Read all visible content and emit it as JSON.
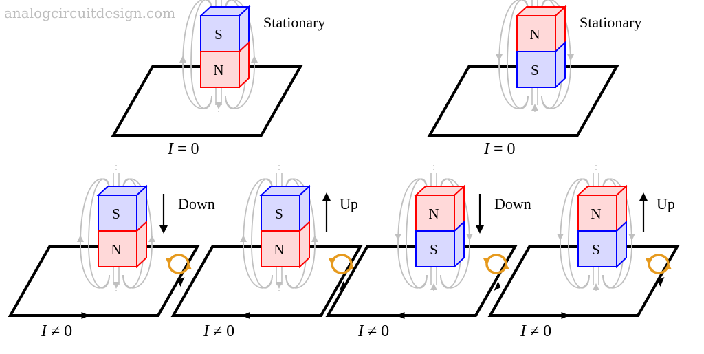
{
  "watermark": "analogcircuitdesign.com",
  "colors": {
    "north_edge": "#ff0000",
    "north_fill": "#ffd9d9",
    "south_edge": "#0000ff",
    "south_fill": "#d9d9ff",
    "field_lines": "#c0c0c0",
    "loop": "#000000",
    "current_symbol": "#e69a1e"
  },
  "top_panels": [
    {
      "state": "Stationary",
      "top_pole": "S",
      "bottom_pole": "N",
      "current": {
        "var": "I",
        "rel": " = ",
        "val": "0"
      }
    },
    {
      "state": "Stationary",
      "top_pole": "N",
      "bottom_pole": "S",
      "current": {
        "var": "I",
        "rel": " = ",
        "val": "0"
      }
    }
  ],
  "bottom_panels": [
    {
      "motion": "Down",
      "motion_arrow": "down",
      "top_pole": "S",
      "bottom_pole": "N",
      "current": {
        "var": "I",
        "rel": " ≠ ",
        "val": "0"
      }
    },
    {
      "motion": "Up",
      "motion_arrow": "up",
      "top_pole": "S",
      "bottom_pole": "N",
      "current": {
        "var": "I",
        "rel": " ≠ ",
        "val": "0"
      }
    },
    {
      "motion": "Down",
      "motion_arrow": "down",
      "top_pole": "N",
      "bottom_pole": "S",
      "current": {
        "var": "I",
        "rel": " ≠ ",
        "val": "0"
      }
    },
    {
      "motion": "Up",
      "motion_arrow": "up",
      "top_pole": "N",
      "bottom_pole": "S",
      "current": {
        "var": "I",
        "rel": " ≠ ",
        "val": "0"
      }
    }
  ]
}
